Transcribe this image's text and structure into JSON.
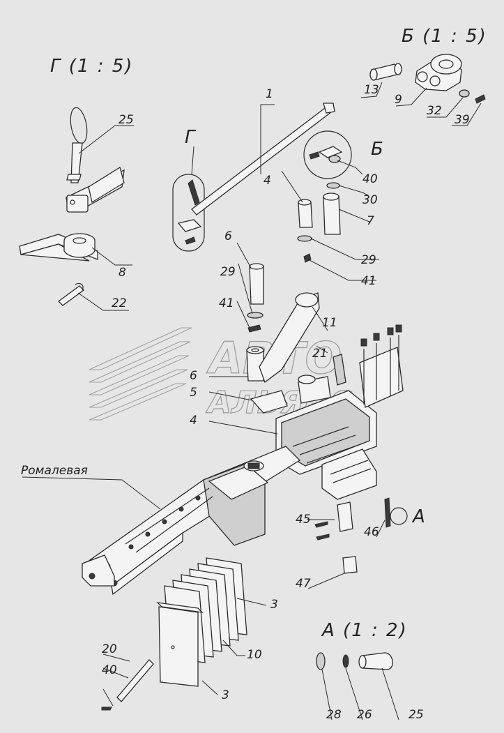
{
  "views": {
    "g_title": "Г  (1 : 5)",
    "b_title": "Б  (1 : 5)",
    "a_title": "А  (1 : 2)",
    "g_marker": "Г",
    "b_marker": "Б",
    "a_marker": "А"
  },
  "watermark": {
    "line1": "АВТО",
    "line2": "АЛЬЯНС"
  },
  "labels": {
    "p1": "1",
    "p4a": "4",
    "p6": "6",
    "p6b": "6",
    "p5": "5",
    "p4b": "4",
    "p7": "7",
    "p8": "8",
    "p9": "9",
    "p10": "10",
    "p11": "11",
    "p13": "13",
    "p20": "20",
    "p21": "21",
    "p22": "22",
    "p25a": "25",
    "p25b": "25",
    "p26": "26",
    "p28": "28",
    "p29a": "29",
    "p29b": "29",
    "p30": "30",
    "p32": "32",
    "p39": "39",
    "p40a": "40",
    "p40b": "40",
    "p41a": "41",
    "p41b": "41",
    "p45": "45",
    "p46": "46",
    "p47": "47",
    "p3a": "3",
    "p3b": "3",
    "ramolevaya": "Ромалевая"
  }
}
